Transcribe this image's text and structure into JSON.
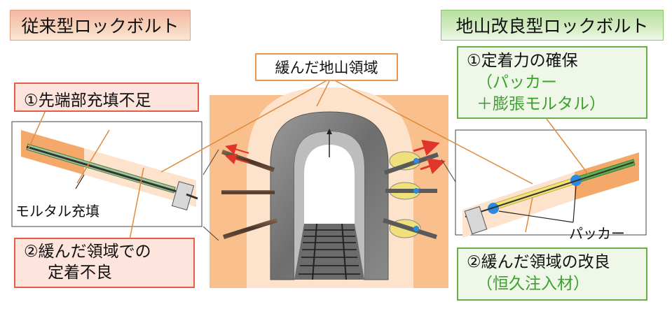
{
  "left_title": "従来型ロックボルト",
  "right_title": "地山改良型ロックボルト",
  "center_label": "緩んだ地山領域",
  "left_issue_1": "①先端部充填不足",
  "left_issue_2_line1": "②緩んだ領域での",
  "left_issue_2_line2": "定着不良",
  "left_annotation": "モルタル充填",
  "right_benefit_1": "①定着力の確保",
  "right_benefit_1_sub1": "（パッカー",
  "right_benefit_1_sub2": "＋膨張モルタル）",
  "right_benefit_2": "②緩んだ領域の改良",
  "right_benefit_2_sub": "（恒久注入材）",
  "right_annotation": "パッカー",
  "colors": {
    "ground_orange": "#f9c08e",
    "loosened_zone": "#fde2cc",
    "red_accent": "#e2604a",
    "green_accent": "#69b146",
    "leader_line": "#e08a3c"
  }
}
